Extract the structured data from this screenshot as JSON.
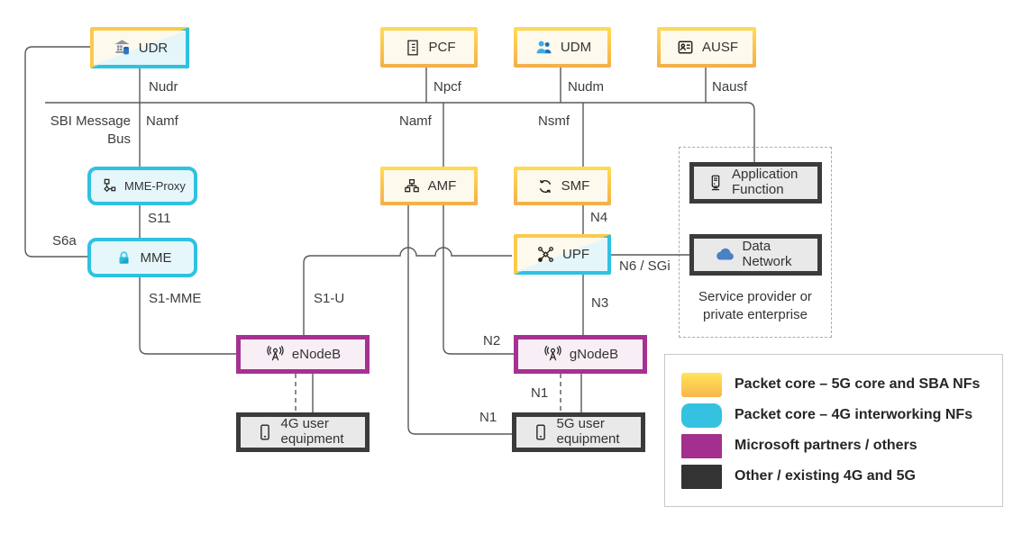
{
  "nodes": {
    "udr": {
      "label": "UDR"
    },
    "pcf": {
      "label": "PCF"
    },
    "udm": {
      "label": "UDM"
    },
    "ausf": {
      "label": "AUSF"
    },
    "mme_proxy": {
      "label": "MME-Proxy"
    },
    "amf": {
      "label": "AMF"
    },
    "smf": {
      "label": "SMF"
    },
    "app_function": {
      "label": "Application Function"
    },
    "mme": {
      "label": "MME"
    },
    "upf": {
      "label": "UPF"
    },
    "data_network": {
      "label": "Data Network"
    },
    "enodeb": {
      "label": "eNodeB"
    },
    "gnodeb": {
      "label": "gNodeB"
    },
    "ue4g": {
      "label": "4G user equipment"
    },
    "ue5g": {
      "label": "5G user equipment"
    }
  },
  "edge_labels": {
    "nudr": "Nudr",
    "npcf": "Npcf",
    "nudm": "Nudm",
    "nausf": "Nausf",
    "sbi_bus": "SBI Message Bus",
    "namf_bus": "Namf",
    "namf_amf": "Namf",
    "nsmf": "Nsmf",
    "s11": "S11",
    "s6a": "S6a",
    "s1_mme": "S1-MME",
    "s1_u": "S1-U",
    "n4": "N4",
    "n6_sgi": "N6 / SGi",
    "n3": "N3",
    "n2": "N2",
    "n1_gnodeb": "N1",
    "n1_amf": "N1"
  },
  "service_area": {
    "caption": "Service provider or private enterprise"
  },
  "legend": {
    "items": [
      {
        "id": "yellow",
        "label": "Packet core – 5G core and SBA NFs",
        "color": "#F9C24B"
      },
      {
        "id": "cyan",
        "label": "Packet core – 4G interworking NFs",
        "color": "#35C2E1"
      },
      {
        "id": "magenta",
        "label": "Microsoft partners / others",
        "color": "#A3308F"
      },
      {
        "id": "dark",
        "label": "Other / existing 4G and 5G",
        "color": "#333333"
      }
    ]
  },
  "icons": {
    "udr": "building-database-icon",
    "pcf": "policy-document-icon",
    "udm": "users-icon",
    "ausf": "id-card-icon",
    "mme_proxy": "flowchart-icon",
    "amf": "hierarchy-icon",
    "smf": "sync-arrows-icon",
    "mme": "lock-icon",
    "upf": "network-node-icon",
    "enodeb": "antenna-icon",
    "gnodeb": "antenna-icon",
    "ue4g": "smartphone-icon",
    "ue5g": "smartphone-icon",
    "app_function": "server-icon",
    "data_network": "cloud-icon"
  },
  "colors": {
    "yellow_border": "#F9C24B",
    "cream_fill": "#FDF9EC",
    "cyan_border": "#2FC2E0",
    "cyan_fill": "#E6F7FB",
    "magenta_border": "#A73093",
    "magenta_fill": "#F8EEF6",
    "dark_border": "#3B3B3B",
    "gray_fill": "#E9E9E9",
    "line": "#595959",
    "icon_blue": "#2E77C8"
  }
}
